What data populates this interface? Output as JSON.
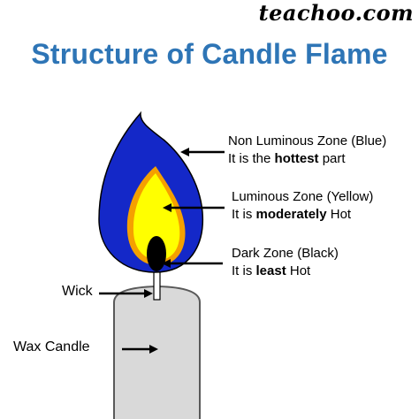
{
  "brand": "teachoo.com",
  "title": "Structure of Candle Flame",
  "colors": {
    "title": "#2e75b6",
    "outer_flame": "#1428c8",
    "luminous_flame": "#ffff00",
    "flame_edge": "#f5a000",
    "dark_zone": "#000000",
    "candle_body": "#d9d9d9",
    "candle_outline": "#595959",
    "arrow": "#000000"
  },
  "zones": [
    {
      "name": "Non Luminous Zone (Blue)",
      "desc_pre": "It is the ",
      "desc_bold": "hottest",
      "desc_post": " part"
    },
    {
      "name": "Luminous Zone (Yellow)",
      "desc_pre": "It is ",
      "desc_bold": "moderately",
      "desc_post": " Hot"
    },
    {
      "name": "Dark Zone (Black)",
      "desc_pre": "It is ",
      "desc_bold": "least",
      "desc_post": " Hot"
    }
  ],
  "parts": {
    "wick": "Wick",
    "wax": "Wax Candle"
  }
}
